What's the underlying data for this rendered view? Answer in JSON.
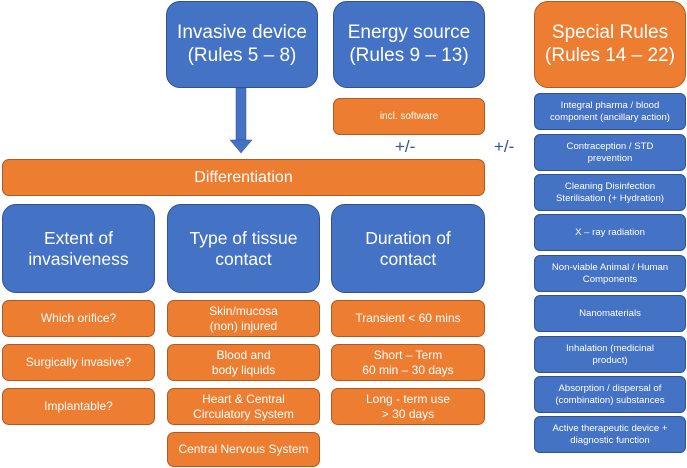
{
  "colors": {
    "blue": "#4472C4",
    "orange": "#ED7D31",
    "plusminus": "#2F5597"
  },
  "top": {
    "invasive_device": "Invasive device\n(Rules 5 – 8)",
    "energy_source": "Energy source\n(Rules 9 – 13)",
    "energy_sub": "incl. software",
    "special_rules": "Special Rules\n(Rules 14 – 22)"
  },
  "connectors": {
    "plus_minus_1": "+/-",
    "plus_minus_2": "+/-",
    "arrow": "arrow-down-icon"
  },
  "differentiation": "Differentiation",
  "categories": [
    {
      "title": "Extent of\ninvasiveness",
      "items": [
        "Which orifice?",
        "Surgically invasive?",
        "Implantable?"
      ]
    },
    {
      "title": "Type of tissue\ncontact",
      "items": [
        "Skin/mucosa\n(non) injured",
        "Blood and\nbody liquids",
        "Heart & Central\nCirculatory System",
        "Central Nervous System"
      ]
    },
    {
      "title": "Duration of\ncontact",
      "items": [
        "Transient < 60 mins",
        "Short – Term\n60 min – 30 days",
        "Long - term use\n> 30 days"
      ]
    }
  ],
  "special_rules_list": [
    "Integral pharma / blood\ncomponent (ancillary action)",
    "Contraception / STD\nprevention",
    "Cleaning Disinfection\nSterilisation (+ Hydration)",
    "X – ray radiation",
    "Non-viable Animal / Human\nComponents",
    "Nanomaterials",
    "Inhalation (medicinal\nproduct)",
    "Absorption / dispersal of\n(combination) substances",
    "Active therapeutic device +\ndiagnostic function"
  ]
}
